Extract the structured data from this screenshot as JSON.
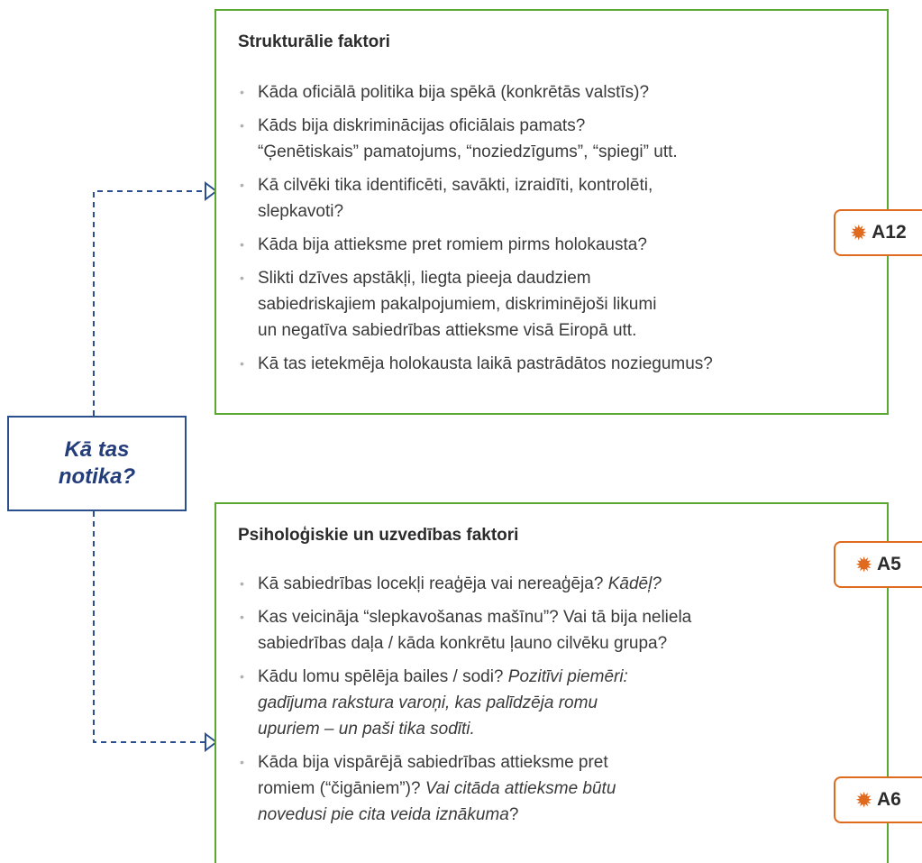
{
  "question": {
    "line1": "Kā tas",
    "line2": "notika?"
  },
  "top_box": {
    "title": "Strukturālie faktori",
    "items": [
      {
        "text": "Kāda oficiālā politika bija spēkā (konkrētās valstīs)?"
      },
      {
        "line1": "Kāds bija diskriminācijas oficiālais pamats?",
        "line2": "“Ģenētiskais” pamatojums, “noziedzīgums”, “spiegi” utt."
      },
      {
        "line1": "Kā cilvēki tika identificēti, savākti, izraidīti, kontrolēti,",
        "line2": "slepkavoti?"
      },
      {
        "text": "Kāda bija attieksme pret romiem pirms holokausta?"
      },
      {
        "line1": "Slikti dzīves apstākļi, liegta pieeja daudziem",
        "line2": "sabiedriskajiem pakalpojumiem, diskriminējoši likumi",
        "line3": "un negatīva sabiedrības attieksme visā Eiropā utt."
      },
      {
        "text": "Kā tas ietekmēja holokausta laikā pastrādātos noziegumus?"
      }
    ]
  },
  "bottom_box": {
    "title": "Psiholoģiskie un uzvedības faktori",
    "items": [
      {
        "text": "Kā sabiedrības locekļi reaģēja vai nereaģēja? ",
        "em": "Kādēļ?"
      },
      {
        "line1": "Kas veicināja “slepkavošanas mašīnu”? Vai tā bija neliela",
        "line2": "sabiedrības daļa / kāda konkrētu ļauno cilvēku grupa?"
      },
      {
        "line1_plain": "Kādu lomu spēlēja bailes / sodi? ",
        "line1_em": "Pozitīvi piemēri:",
        "line2_em": "gadījuma rakstura varoņi, kas palīdzēja romu",
        "line3_em": "upuriem – un paši tika sodīti."
      },
      {
        "line1": "Kāda bija vispārējā sabiedrības attieksme pret",
        "line2_plain": "romiem (“čigāniem”)? ",
        "line2_em": "Vai citāda attieksme būtu",
        "line3_em": "novedusi pie cita veida iznākuma",
        "line3_plain": "?"
      }
    ]
  },
  "tags": {
    "a12": "A12",
    "a5": "A5",
    "a6": "A6"
  },
  "icons": {
    "tag_icon": "gear-icon",
    "connector_arrow": "triangle-arrow-icon"
  },
  "colors": {
    "green_border": "#5aa832",
    "blue": "#2b4f8e",
    "orange": "#e06a1d"
  }
}
